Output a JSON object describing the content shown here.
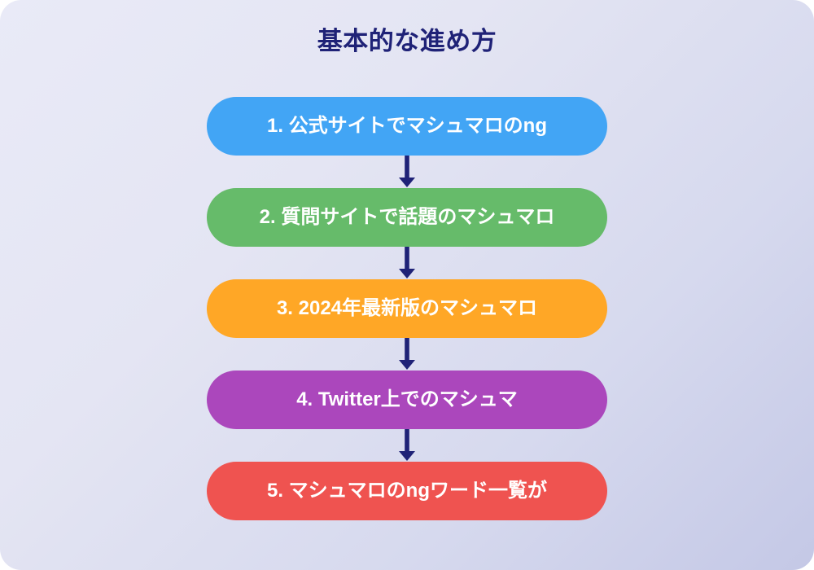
{
  "diagram": {
    "title": "基本的な進め方",
    "title_color": "#1f2277",
    "background_gradient_from": "#e9eaf7",
    "background_gradient_to": "#c4c8e6",
    "connector_color": "#1f2277",
    "label_color": "#ffffff",
    "steps": [
      {
        "label": "1. 公式サイトでマシュマロのng",
        "color": "#42a5f5"
      },
      {
        "label": "2. 質問サイトで話題のマシュマロ",
        "color": "#66bb6a"
      },
      {
        "label": "3. 2024年最新版のマシュマロ",
        "color": "#ffa726"
      },
      {
        "label": "4. Twitter上でのマシュマ",
        "color": "#ab47bc"
      },
      {
        "label": "5. マシュマロのngワード一覧が",
        "color": "#ef5350"
      }
    ]
  },
  "chart_data": {
    "type": "table",
    "title": "基本的な進め方",
    "categories": [
      "1. 公式サイトでマシュマロのng",
      "2. 質問サイトで話題のマシュマロ",
      "3. 2024年最新版のマシュマロ",
      "4. Twitter上でのマシュマ",
      "5. マシュマロのngワード一覧が"
    ],
    "values": [
      1,
      2,
      3,
      4,
      5
    ],
    "xlabel": "",
    "ylabel": ""
  }
}
